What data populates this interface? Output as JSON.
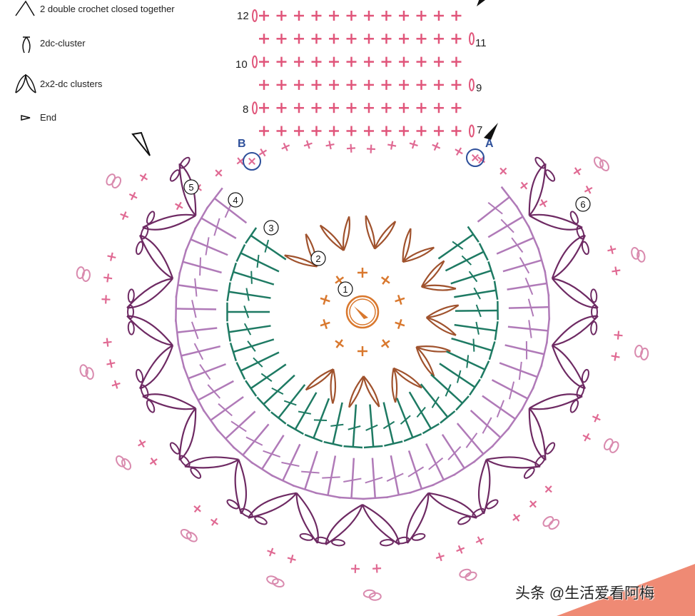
{
  "legend": [
    {
      "icon": "two-dc-closed-together-icon",
      "label": "2 double crochet closed together"
    },
    {
      "icon": "2dc-cluster-icon",
      "label": "2dc-cluster"
    },
    {
      "icon": "2x2-dc-clusters-icon",
      "label": "2x2-dc clusters"
    },
    {
      "icon": "end-arrow-icon",
      "label": "End"
    }
  ],
  "rows_left": [
    "12",
    "10",
    "8"
  ],
  "rows_right": [
    "11",
    "9",
    "7"
  ],
  "round_labels": [
    "1",
    "2",
    "3",
    "4",
    "5",
    "6"
  ],
  "markers": {
    "a": "A",
    "b": "B"
  },
  "watermark": "头条 @生活爱看阿梅",
  "colors": {
    "round1": "#d9782e",
    "round2": "#a0522d",
    "round3": "#1e7a63",
    "round4": "#b07ab8",
    "round5": "#6e2a63",
    "round6": "#e06a93",
    "outer_ovals": "#d98aae",
    "rows": "#e0557a",
    "marker": "#2d4f9a",
    "watermark_band": "#ef8a74"
  }
}
